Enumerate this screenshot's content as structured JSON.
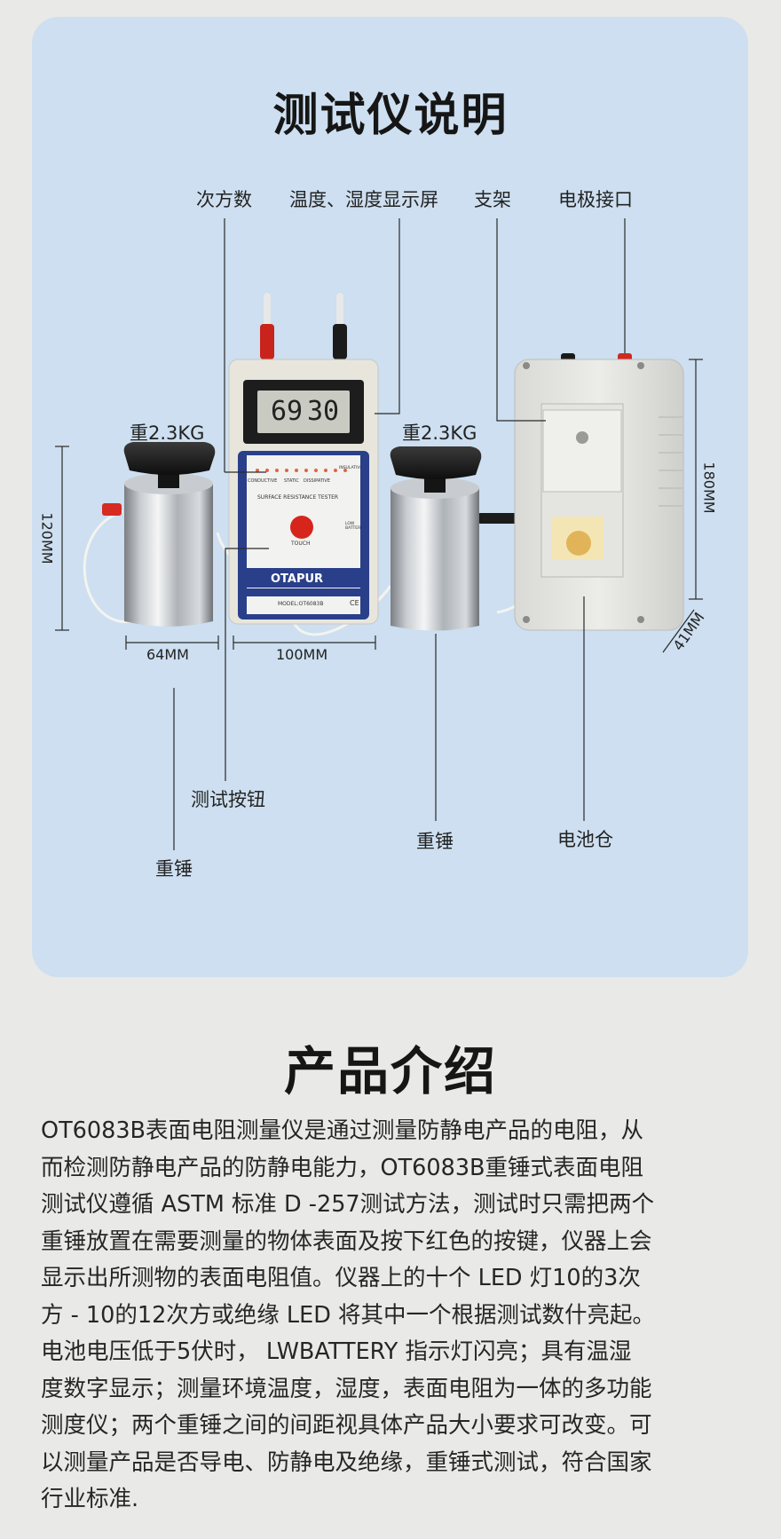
{
  "section1": {
    "title": "测试仪说明",
    "labels": {
      "power_count": "次方数",
      "display": "温度、湿度显示屏",
      "stand": "支架",
      "electrode": "电极接口",
      "weight_left": "重2.3KG",
      "weight_right": "重2.3KG",
      "test_button": "测试按钮",
      "hammer_left": "重锤",
      "hammer_right": "重锤",
      "battery": "电池仓"
    },
    "dimensions": {
      "height_left": "120MM",
      "width_hammer": "64MM",
      "width_meter": "100MM",
      "height_right": "180MM",
      "depth": "41MM"
    },
    "device": {
      "lcd_humidity": "69",
      "lcd_temp": "30",
      "brand": "OTAPUR",
      "model": "MODEL:OT6083B",
      "panel_title": "SURFACE  RESISTANCE  TESTER",
      "touch_label": "TOUCH",
      "conductive": "CONDUCTIVE",
      "static": "STATIC",
      "dissipative": "DISSIPATIVE",
      "insulative": "INSULATIVE",
      "low_battery": "LOW BATTERY",
      "ce_mark": "CE"
    }
  },
  "section2": {
    "title": "产品介绍",
    "lines": [
      "OT6083B表面电阻测量仪是通过测量防静电产品的电阻，从",
      "而检测防静电产品的防静电能力，OT6083B重锤式表面电阻",
      "测试仪遵循 ASTM 标准 D -257测试方法，测试时只需把两个",
      "重锤放置在需要测量的物体表面及按下红色的按键，仪器上会",
      "显示出所测物的表面电阻值。仪器上的十个   LED   灯10的3次",
      "方 - 10的12次方或绝缘 LED 将其中一个根据测试数什亮起。",
      "电池电压低于5伏时，   LWBATTERY   指示灯闪亮；具有温湿",
      "度数字显示；测量环境温度，湿度，表面电阻为一体的多功能",
      "测度仪；两个重锤之间的间距视具体产品大小要求可改变。可",
      "以测量产品是否导电、防静电及绝缘，重锤式测试，符合国家",
      "行业标准."
    ]
  }
}
